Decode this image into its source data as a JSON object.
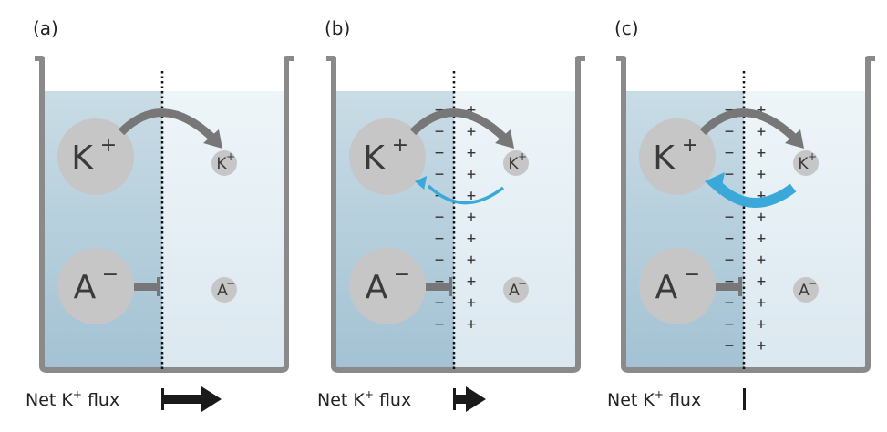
{
  "panels": [
    {
      "label": "(a)",
      "charges": 0,
      "counter_flow": "none",
      "flux": "large",
      "flux_text": {
        "pre": "Net K",
        "sup": "+",
        "post": " flux"
      }
    },
    {
      "label": "(b)",
      "charges": 11,
      "counter_flow": "small",
      "flux": "small",
      "flux_text": {
        "pre": "Net K",
        "sup": "+",
        "post": " flux"
      }
    },
    {
      "label": "(c)",
      "charges": 12,
      "counter_flow": "large",
      "flux": "zero",
      "flux_text": {
        "pre": "Net K",
        "sup": "+",
        "post": " flux"
      }
    }
  ],
  "ions": {
    "cation": {
      "base": "K",
      "sup": "+"
    },
    "anion": {
      "base": "A",
      "sup": "−"
    }
  },
  "charge_symbols": {
    "left": "−",
    "right": "+"
  },
  "colors": {
    "beaker": "#8a8a8a",
    "liquid_left": "#b8d0dd",
    "liquid_right": "#e3eef4",
    "ion_fill": "#c6c6c6",
    "arrow_gray": "#777777",
    "arrow_blue": "#3aa8d8",
    "flux_arrow": "#1a1a1a"
  }
}
